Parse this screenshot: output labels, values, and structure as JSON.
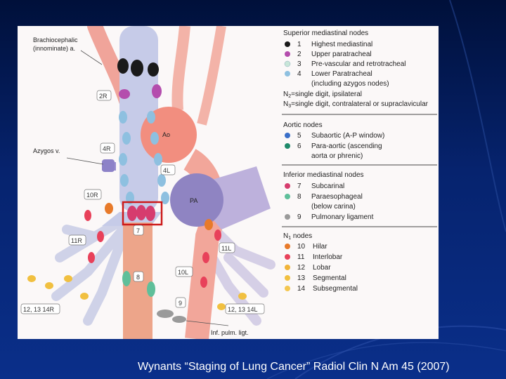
{
  "figure": {
    "labels": {
      "brachiocephalic_line1": "Brachiocephalic",
      "brachiocephalic_line2": "(innominate) a.",
      "azygos": "Azygos v.",
      "ao": "Ao",
      "pa": "PA",
      "inf_pulm_ligt": "Inf. pulm. ligt."
    },
    "node_tags": {
      "n2R": "2R",
      "n4R": "4R",
      "n4L": "4L",
      "n10R": "10R",
      "n11R": "11R",
      "n7": "7",
      "n8": "8",
      "n9": "9",
      "n10L": "10L",
      "n11L": "11L",
      "n1213_14R": "12, 13 14R",
      "n1213_14L": "12, 13 14L"
    }
  },
  "legend": {
    "sections": [
      {
        "title": "Superior mediastinal nodes",
        "items": [
          {
            "num": "1",
            "text": "Highest mediastinal",
            "color": "#1a1a1a"
          },
          {
            "num": "2",
            "text": "Upper paratracheal",
            "color": "#b44dad"
          },
          {
            "num": "3",
            "text": "Pre-vascular and retrotracheal",
            "color": "#c8e6d8"
          },
          {
            "num": "4",
            "text": "Lower Paratracheal",
            "text2": "(including azygos nodes)",
            "color": "#8ec0e0"
          }
        ]
      },
      {
        "title": "Aortic nodes",
        "items": [
          {
            "num": "5",
            "text": "Subaortic (A-P window)",
            "color": "#3a6fc9"
          },
          {
            "num": "6",
            "text": "Para-aortic (ascending",
            "text2": "aorta or phrenic)",
            "color": "#1f8a6a"
          }
        ]
      },
      {
        "title": "Inferior mediastinal nodes",
        "items": [
          {
            "num": "7",
            "text": "Subcarinal",
            "color": "#d63c6e"
          },
          {
            "num": "8",
            "text": "Paraesophageal",
            "text2": "(below carina)",
            "color": "#5fbf9a"
          },
          {
            "num": "9",
            "text": "Pulmonary ligament",
            "color": "#9a9a9a"
          }
        ]
      },
      {
        "title": "N1 nodes",
        "items": [
          {
            "num": "10",
            "text": "Hilar",
            "color": "#e87a2a"
          },
          {
            "num": "11",
            "text": "Interlobar",
            "color": "#e8415a"
          },
          {
            "num": "12",
            "text": "Lobar",
            "color": "#f1b43a"
          },
          {
            "num": "13",
            "text": "Segmental",
            "color": "#f1c040"
          },
          {
            "num": "14",
            "text": "Subsegmental",
            "color": "#f4c750"
          }
        ]
      }
    ],
    "n2_note": {
      "prefix": "N",
      "sub": "2",
      "text": "=single digit, ipsilateral"
    },
    "n3_note": {
      "prefix": "N",
      "sub": "3",
      "text": "=single digit, contralateral or supraclavicular"
    },
    "n1_title": {
      "prefix": "N",
      "sub": "1",
      "text": " nodes"
    }
  },
  "caption": "Wynants “Staging of Lung Cancer” Radiol Clin N Am 45 (2007)"
}
